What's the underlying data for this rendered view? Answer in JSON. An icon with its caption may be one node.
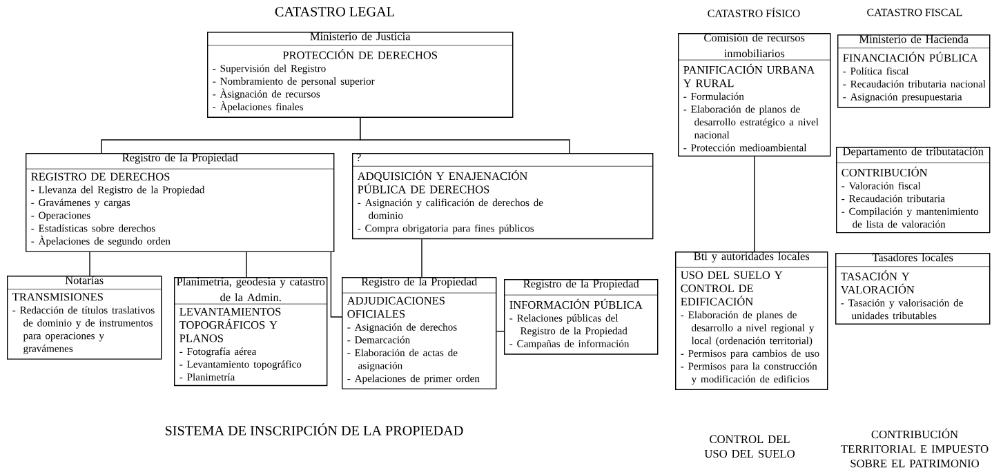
{
  "diagram": {
    "nodes": [
      {
        "text": [
          "Ministerio de Justicia",
          "PROTECCIÓN DE DERECHOS",
          "- Supervisión del Registro",
          "- Nombramiento de personal superior",
          "- Àsignación de recursos",
          "- Àpelaciones finales"
        ]
      },
      {
        "text": [
          "Registro de la Propiedad",
          "REGISTRO DE DERECHOS",
          "- Llevanza del Registro de la Propiedad",
          "- Gravámenes y cargas",
          "- Operaciones",
          "- Estadísticas sobre derechos",
          "- Àpelaciones de segundo orden"
        ]
      },
      {
        "text": [
          "?",
          "ADQUISICIÓN Y ENAJENACIÓN PÚBLICA DE DERECHOS",
          "- Asignación y calificación de derechos de dominio",
          "- Compra obrigatoria para fines públicos"
        ]
      },
      {
        "text": [
          "Notarías",
          "TRANSMISIONES",
          "- Redacción de títulos traslativos de dominio y de instrumentos para operaciones y gravámenes"
        ]
      },
      {
        "text": [
          "Planimetría, geodesia y catastro de la Admin.",
          "LEVANTAMIENTOS TOPOGRÁFICOS Y PLANOS",
          "- Fotografía aérea",
          "- Levantamiento topográfico",
          "- Planimetría"
        ]
      },
      {
        "text": [
          "Registro de la Propiedad",
          "ADJUDICACIONES OFICIALES",
          "- Asignación de derechos",
          "- Demarcación",
          "- Elaboración de actas de asignación",
          "- Apelaciones de primer orden"
        ]
      },
      {
        "text": [
          "Registro de la Propiedad",
          "INFORMACIÓN PÚBLICA",
          "- Relaciones públicas del Registro de la Propiedad",
          "- Campañas de información"
        ]
      },
      {
        "text": [
          "Comisión de recursos inmobiliarios",
          "PANIFICACIÓN URBANA Y RURAL",
          "- Formulación",
          "- Elaboración de planos de desarrollo estratégico a nivel nacional",
          "- Protección medioambiental"
        ]
      },
      {
        "text": [
          "Bti y autoridades locales",
          "USO DEL SUELO Y CONTROL DE EDIFICACIÓN",
          "- Elaboración de planes de desarrollo a nivel regional y local (ordenación territorial)",
          "- Permisos para cambios de uso",
          "- Permisos para la construcción y modificación de edificios"
        ]
      },
      {
        "text": [
          "Ministerio de Hacienda",
          "FINANCIACIÓN PÚBLICA",
          "- Política fiscal",
          "- Recaudación tributaria nacional",
          "- Asignación presupuestaria"
        ]
      },
      {
        "text": [
          "Departamento de tributatación",
          "CONTRIBUCIÓN",
          "- Valoración fiscal",
          "- Recaudación tributaria",
          "- Compilación y mantenimiento de lista de valoración"
        ]
      },
      {
        "text": [
          "Tasadores locales",
          "TASACIÓN Y VALORACIÓN",
          "- Tasación y valorisación de unidades tributables"
        ]
      }
    ],
    "edges": [
      {
        "from": 0,
        "to": 1,
        "arrow": "none"
      },
      {
        "from": 0,
        "to": 2,
        "arrow": "none"
      },
      {
        "from": 1,
        "to": 3,
        "arrow": "none"
      },
      {
        "from": 1,
        "to": 4,
        "arrow": "none"
      },
      {
        "from": 1,
        "to": 5,
        "arrow": "none"
      },
      {
        "from": 2,
        "to": 5,
        "arrow": "none"
      },
      {
        "from": 5,
        "to": 6,
        "arrow": "none"
      },
      {
        "from": 7,
        "to": 8,
        "arrow": "none"
      }
    ],
    "labels": [
      "CATASTRO LEGAL",
      "CATASTRO FÍSICO",
      "CATASTRO FISCAL",
      "SISTEMA DE INSCRIPCIÓN DE LA PROPIEDAD",
      "CONTROL DEL USO DEL SUELO",
      "CONTRIBUCIÓN TERRITORIAL E IMPUESTO SOBRE EL PATRIMONIO"
    ]
  }
}
